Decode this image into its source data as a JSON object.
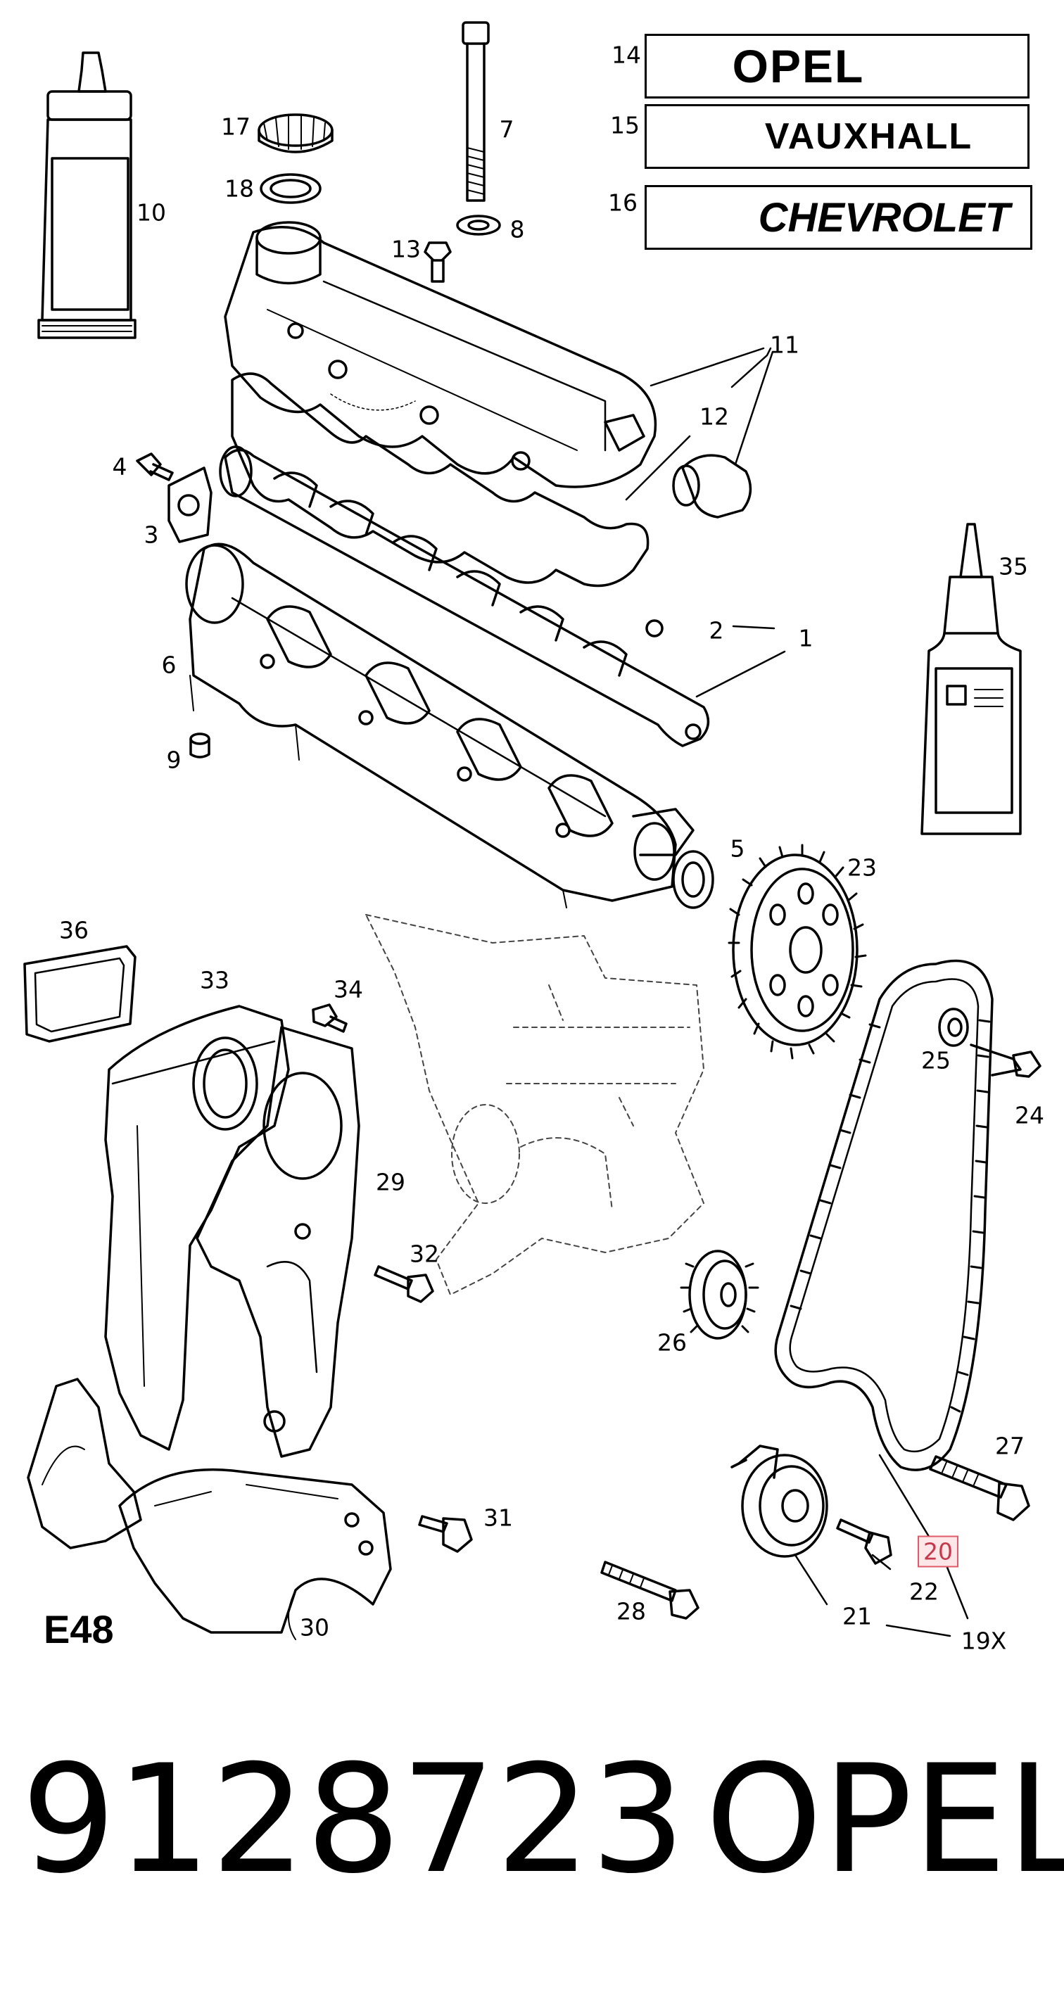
{
  "callouts": [
    {
      "id": "c1",
      "label": "1"
    },
    {
      "id": "c2",
      "label": "2"
    },
    {
      "id": "c3",
      "label": "3"
    },
    {
      "id": "c4",
      "label": "4"
    },
    {
      "id": "c5",
      "label": "5"
    },
    {
      "id": "c6",
      "label": "6"
    },
    {
      "id": "c7",
      "label": "7"
    },
    {
      "id": "c8",
      "label": "8"
    },
    {
      "id": "c9",
      "label": "9"
    },
    {
      "id": "c10",
      "label": "10"
    },
    {
      "id": "c11",
      "label": "11"
    },
    {
      "id": "c12",
      "label": "12"
    },
    {
      "id": "c13",
      "label": "13"
    },
    {
      "id": "c14",
      "label": "14"
    },
    {
      "id": "c15",
      "label": "15"
    },
    {
      "id": "c16",
      "label": "16"
    },
    {
      "id": "c17",
      "label": "17"
    },
    {
      "id": "c18",
      "label": "18"
    },
    {
      "id": "c19",
      "label": "19X"
    },
    {
      "id": "c20",
      "label": "20",
      "highlight": true
    },
    {
      "id": "c21",
      "label": "21"
    },
    {
      "id": "c22",
      "label": "22"
    },
    {
      "id": "c23",
      "label": "23"
    },
    {
      "id": "c24",
      "label": "24"
    },
    {
      "id": "c25",
      "label": "25"
    },
    {
      "id": "c26",
      "label": "26"
    },
    {
      "id": "c27",
      "label": "27"
    },
    {
      "id": "c28",
      "label": "28"
    },
    {
      "id": "c29",
      "label": "29"
    },
    {
      "id": "c30",
      "label": "30"
    },
    {
      "id": "c31",
      "label": "31"
    },
    {
      "id": "c32",
      "label": "32"
    },
    {
      "id": "c33",
      "label": "33"
    },
    {
      "id": "c34",
      "label": "34"
    },
    {
      "id": "c35",
      "label": "35"
    },
    {
      "id": "c36",
      "label": "36"
    }
  ],
  "brand_badges": {
    "opel": "OPEL",
    "vauxhall": "VAUXHALL",
    "chevrolet": "CHEVROLET"
  },
  "section_code": "E48",
  "part_number": "9128723",
  "brand": "OPEL",
  "highlight_color": "#e05a6a"
}
